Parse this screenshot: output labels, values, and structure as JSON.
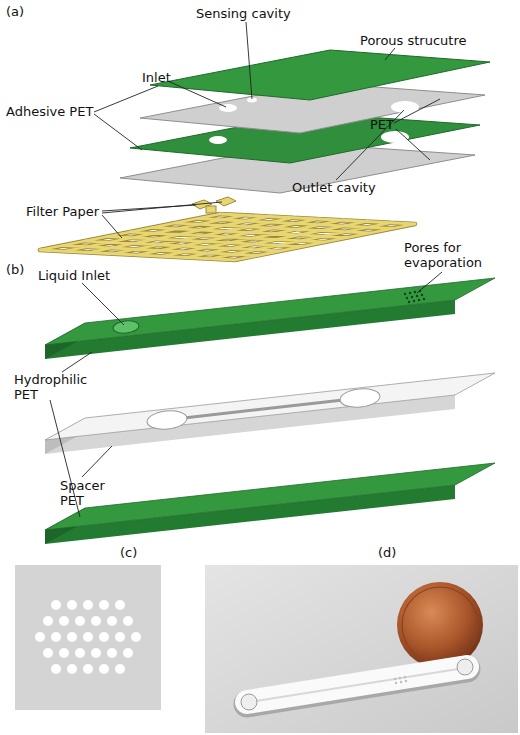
{
  "diagram": {
    "labels": [
      "(a)",
      "Sensing cavity",
      "Porous strucutre",
      "Inlet",
      "Adhesive PET",
      "PET",
      "Outlet cavity",
      "Filter Paper",
      "(b)",
      "Liquid Inlet",
      "Pores for evaporation",
      "Hydrophilic PET",
      "Spacer PET",
      "(c)",
      "(d)"
    ]
  }
}
